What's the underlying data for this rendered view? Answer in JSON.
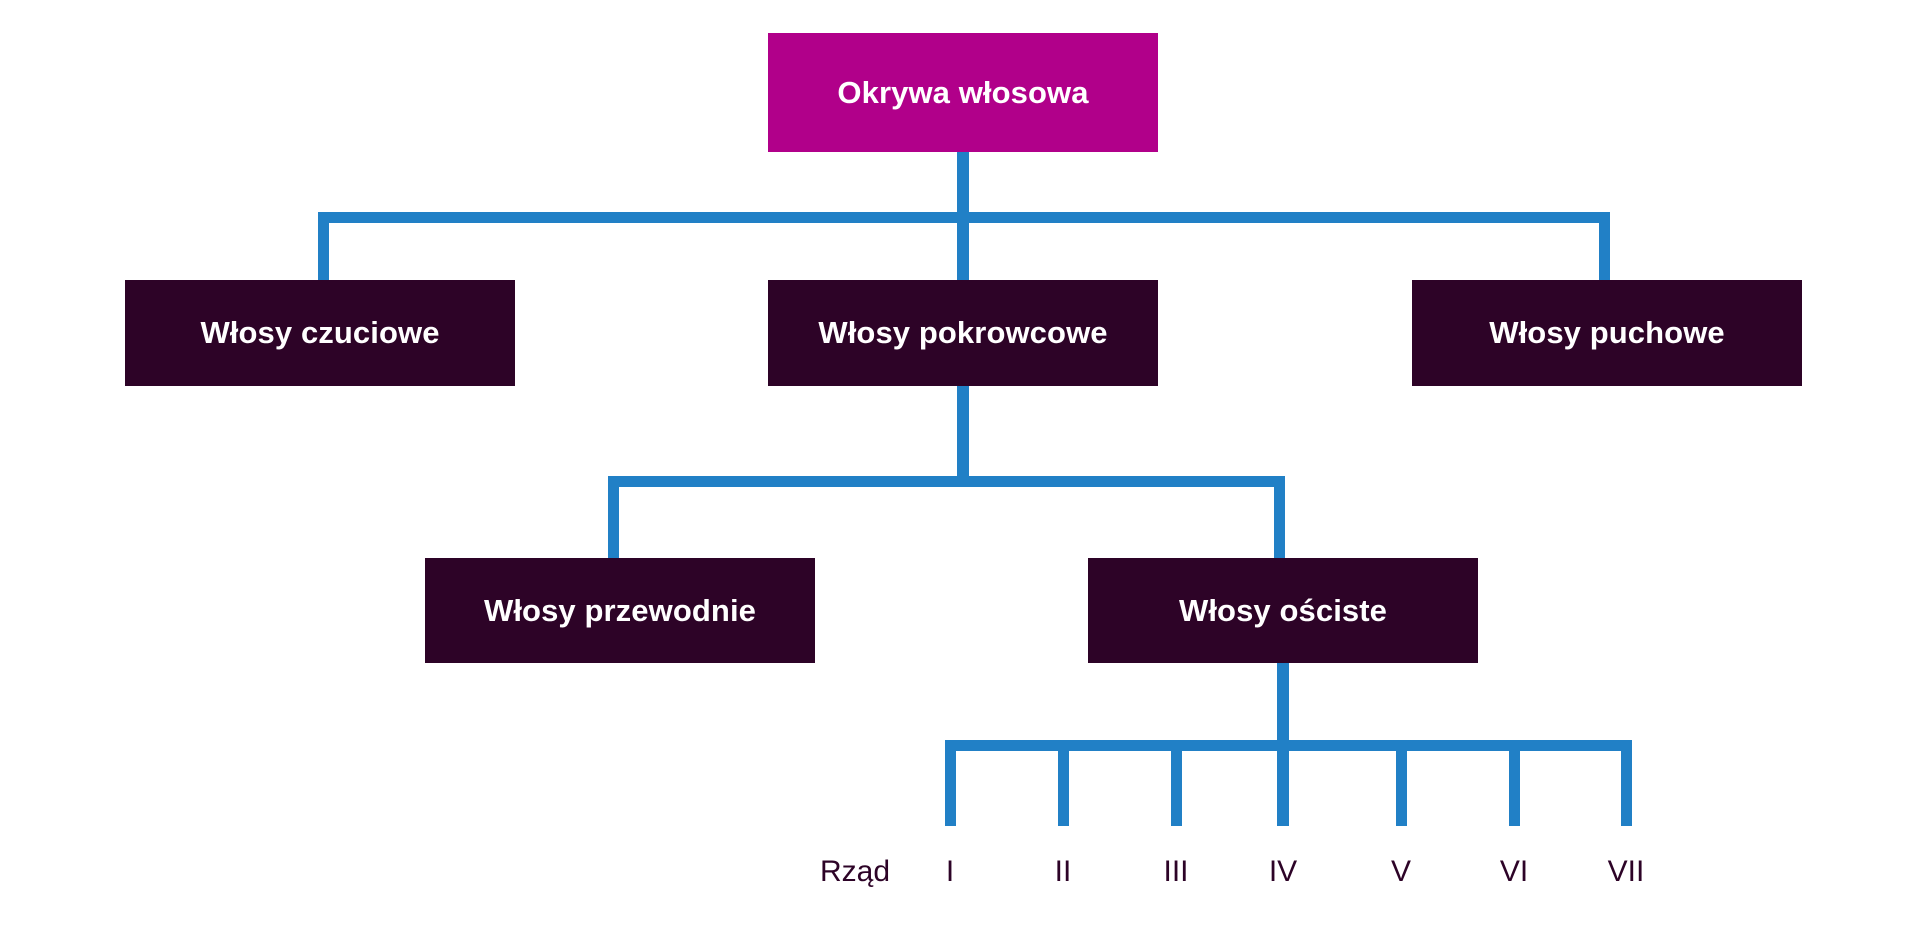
{
  "diagram": {
    "title": "Okrywa włosowa",
    "type": "hierarchy-tree",
    "colors": {
      "root_box": "#b1008a",
      "branch_box": "#2d0327",
      "connector": "#2180c6",
      "box_text": "#ffffff",
      "label_text": "#2d0327",
      "background": "#ffffff"
    },
    "levels": [
      {
        "level": 1,
        "nodes": [
          {
            "id": "root",
            "label": "Okrywa włosowa",
            "style": "root"
          }
        ]
      },
      {
        "level": 2,
        "nodes": [
          {
            "id": "czuciowe",
            "label": "Włosy czuciowe",
            "style": "branch"
          },
          {
            "id": "pokrowcowe",
            "label": "Włosy pokrowcowe",
            "style": "branch"
          },
          {
            "id": "puchowe",
            "label": "Włosy puchowe",
            "style": "branch"
          }
        ]
      },
      {
        "level": 3,
        "nodes": [
          {
            "id": "przewodnie",
            "label": "Włosy przewodnie",
            "style": "branch"
          },
          {
            "id": "osciste",
            "label": "Włosy ościste",
            "style": "branch"
          }
        ]
      }
    ],
    "row_series": {
      "caption": "Rząd",
      "ticks": [
        "I",
        "II",
        "III",
        "IV",
        "V",
        "VI",
        "VII"
      ]
    }
  }
}
